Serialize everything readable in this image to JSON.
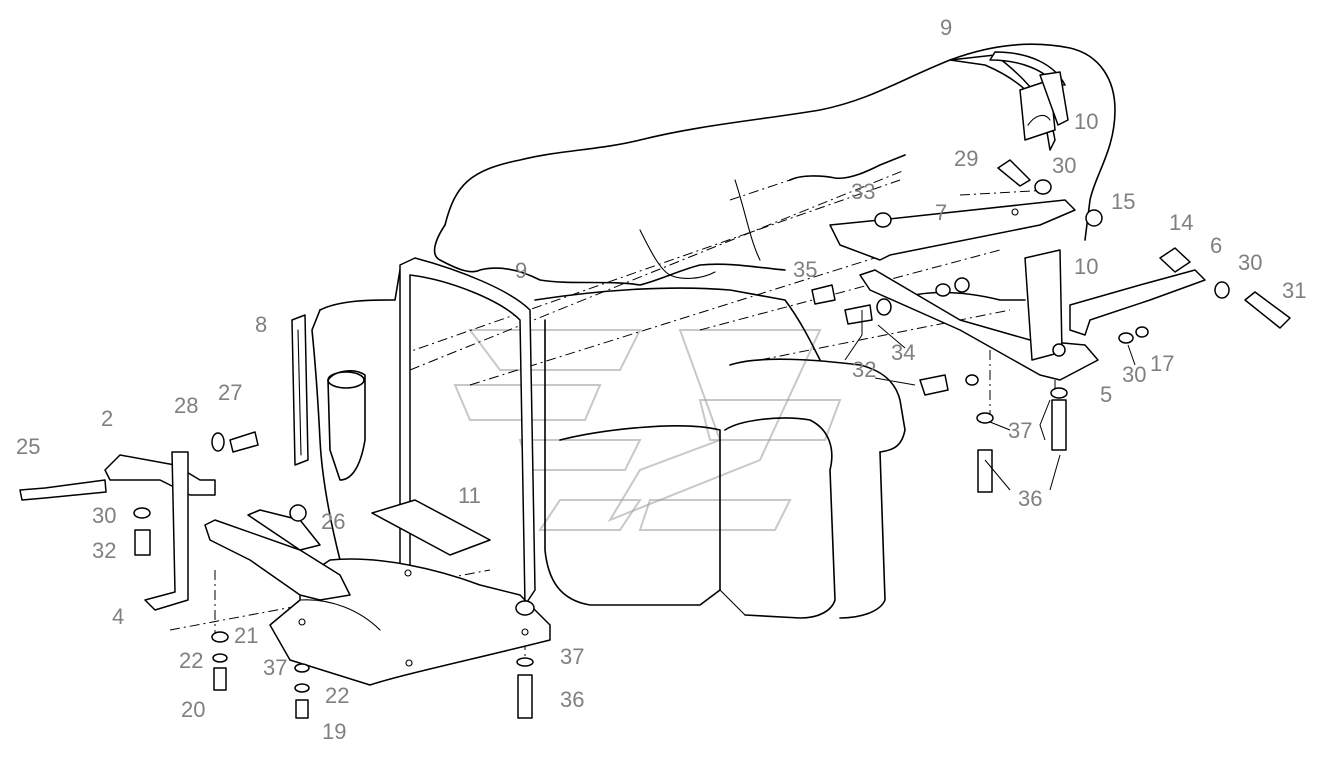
{
  "diagram": {
    "callouts": [
      {
        "id": "c9a",
        "text": "9"
      },
      {
        "id": "c10a",
        "text": "10"
      },
      {
        "id": "c29",
        "text": "29"
      },
      {
        "id": "c30a",
        "text": "30"
      },
      {
        "id": "c33",
        "text": "33"
      },
      {
        "id": "c7",
        "text": "7"
      },
      {
        "id": "c15",
        "text": "15"
      },
      {
        "id": "c14",
        "text": "14"
      },
      {
        "id": "c6",
        "text": "6"
      },
      {
        "id": "c30b",
        "text": "30"
      },
      {
        "id": "c31",
        "text": "31"
      },
      {
        "id": "c9b",
        "text": "9"
      },
      {
        "id": "c35",
        "text": "35"
      },
      {
        "id": "c10b",
        "text": "10"
      },
      {
        "id": "c8",
        "text": "8"
      },
      {
        "id": "c34",
        "text": "34"
      },
      {
        "id": "c32a",
        "text": "32"
      },
      {
        "id": "c30c",
        "text": "30"
      },
      {
        "id": "c17",
        "text": "17"
      },
      {
        "id": "c5",
        "text": "5"
      },
      {
        "id": "c37a",
        "text": "37"
      },
      {
        "id": "c36a",
        "text": "36"
      },
      {
        "id": "c2",
        "text": "2"
      },
      {
        "id": "c28",
        "text": "28"
      },
      {
        "id": "c27",
        "text": "27"
      },
      {
        "id": "c25",
        "text": "25"
      },
      {
        "id": "c11",
        "text": "11"
      },
      {
        "id": "c30d",
        "text": "30"
      },
      {
        "id": "c26",
        "text": "26"
      },
      {
        "id": "c32b",
        "text": "32"
      },
      {
        "id": "c4",
        "text": "4"
      },
      {
        "id": "c21",
        "text": "21"
      },
      {
        "id": "c22a",
        "text": "22"
      },
      {
        "id": "c37b",
        "text": "37"
      },
      {
        "id": "c37c",
        "text": "37"
      },
      {
        "id": "c22b",
        "text": "22"
      },
      {
        "id": "c36b",
        "text": "36"
      },
      {
        "id": "c20",
        "text": "20"
      },
      {
        "id": "c19",
        "text": "19"
      }
    ]
  }
}
